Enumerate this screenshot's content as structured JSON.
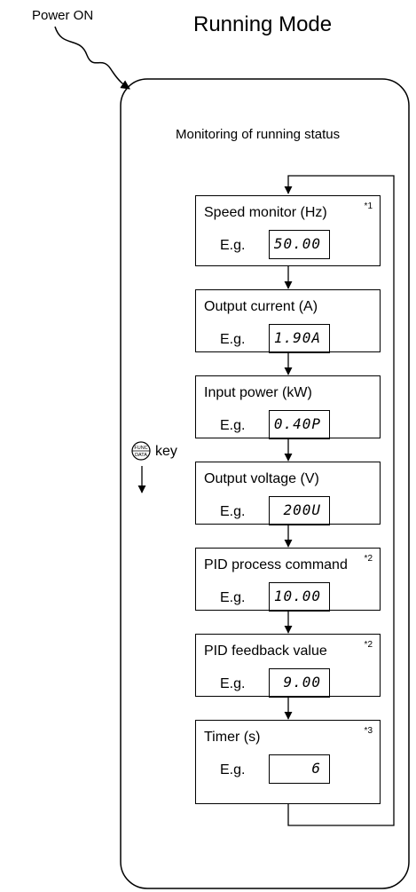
{
  "header": {
    "power_on": "Power ON",
    "mode_title": "Running Mode"
  },
  "panel": {
    "subtitle": "Monitoring of running status",
    "key_icon_text": [
      "FUNC",
      "DATA"
    ],
    "key_label": "key"
  },
  "steps": [
    {
      "title": "Speed monitor (Hz)",
      "note": "*1",
      "eg": "E.g.",
      "display": "50.00"
    },
    {
      "title": "Output current (A)",
      "note": "",
      "eg": "E.g.",
      "display": "1.90A"
    },
    {
      "title": "Input power (kW)",
      "note": "",
      "eg": "E.g.",
      "display": "0.40P"
    },
    {
      "title": "Output voltage (V)",
      "note": "",
      "eg": "E.g.",
      "display": "200U"
    },
    {
      "title": "PID process command",
      "note": "*2",
      "eg": "E.g.",
      "display": "10.00"
    },
    {
      "title": "PID feedback value",
      "note": "*2",
      "eg": "E.g.",
      "display": "9.00"
    },
    {
      "title": "Timer (s)",
      "note": "*3",
      "eg": "E.g.",
      "display": "6"
    }
  ]
}
